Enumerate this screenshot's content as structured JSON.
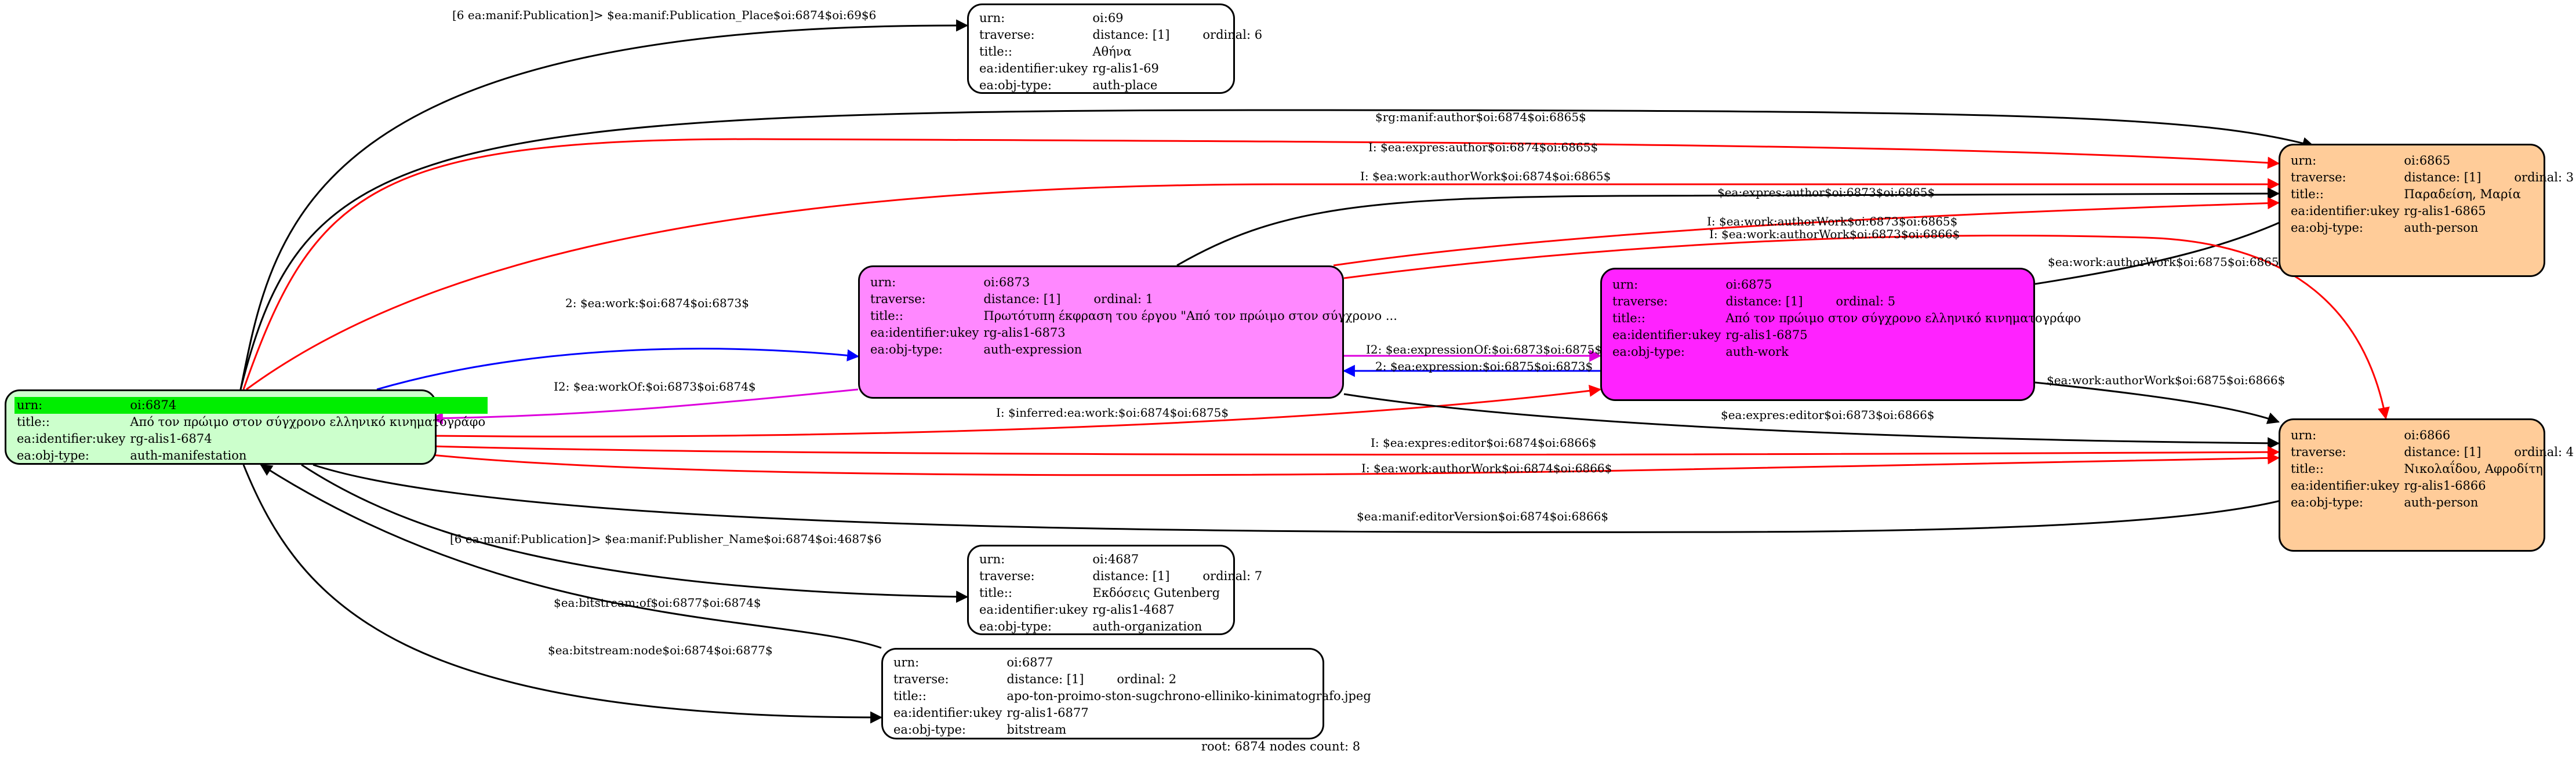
{
  "field_labels": {
    "urn": "urn:",
    "traverse": "traverse:",
    "title": "title::",
    "ukey": "ea:identifier:ukey",
    "type": "ea:obj-type:"
  },
  "nodes": {
    "n6874": {
      "urn": "oi:6874",
      "title": "Από τον πρώιμο στον σύγχρονο ελληνικό κινηματογράφο",
      "ukey": "rg-alis1-6874",
      "type": "auth-manifestation",
      "color": "#ccffcc"
    },
    "n6873": {
      "urn": "oi:6873",
      "distance": "distance: [1]",
      "ordinal": "ordinal: 1",
      "title": "Πρωτότυπη έκφραση του έργου \"Από τον πρώιμο στον σύγχρονο ...",
      "ukey": "rg-alis1-6873",
      "type": "auth-expression",
      "color": "#ff88ff"
    },
    "n6875": {
      "urn": "oi:6875",
      "distance": "distance: [1]",
      "ordinal": "ordinal: 5",
      "title": "Από τον πρώιμο στον σύγχρονο ελληνικό κινηματογράφο",
      "ukey": "rg-alis1-6875",
      "type": "auth-work",
      "color": "#ff22ff"
    },
    "n6865": {
      "urn": "oi:6865",
      "distance": "distance: [1]",
      "ordinal": "ordinal: 3",
      "title": "Παραδείση, Μαρία",
      "ukey": "rg-alis1-6865",
      "type": "auth-person",
      "color": "#ffcc99"
    },
    "n6866": {
      "urn": "oi:6866",
      "distance": "distance: [1]",
      "ordinal": "ordinal: 4",
      "title": "Νικολαΐδου, Αφροδίτη",
      "ukey": "rg-alis1-6866",
      "type": "auth-person",
      "color": "#ffcc99"
    },
    "n69": {
      "urn": "oi:69",
      "distance": "distance: [1]",
      "ordinal": "ordinal: 6",
      "title": "Αθήνα",
      "ukey": "rg-alis1-69",
      "type": "auth-place",
      "color": "#ffffff"
    },
    "n4687": {
      "urn": "oi:4687",
      "distance": "distance: [1]",
      "ordinal": "ordinal: 7",
      "title": "Εκδόσεις Gutenberg",
      "ukey": "rg-alis1-4687",
      "type": "auth-organization",
      "color": "#ffffff"
    },
    "n6877": {
      "urn": "oi:6877",
      "distance": "distance: [1]",
      "ordinal": "ordinal: 2",
      "title": "apo-ton-proimo-ston-sugchrono-elliniko-kinimatografo.jpeg",
      "ukey": "rg-alis1-6877",
      "type": "bitstream",
      "color": "#ffffff"
    }
  },
  "highlight_color": "#00ee00",
  "edge_colors": {
    "default": "#000000",
    "red": "#ff0000",
    "blue": "#0000ff",
    "magenta": "#dd00dd"
  },
  "edge_labels": {
    "e1": "[6 ea:manif:Publication]> $ea:manif:Publication_Place$oi:6874$oi:69$6",
    "e2": "$rg:manif:author$oi:6874$oi:6865$",
    "e3": "I: $ea:expres:author$oi:6874$oi:6865$",
    "e4": "I: $ea:work:authorWork$oi:6874$oi:6865$",
    "e5": "$ea:expres:author$oi:6873$oi:6865$",
    "e6": "I: $ea:work:authorWork$oi:6873$oi:6865$",
    "e7": "$ea:work:authorWork$oi:6875$oi:6865$",
    "e8": "I: $ea:work:authorWork$oi:6873$oi:6866$",
    "e9": "2: $ea:work:$oi:6874$oi:6873$",
    "e10": "I2: $ea:workOf:$oi:6873$oi:6874$",
    "e11": "I2: $ea:expressionOf:$oi:6873$oi:6875$",
    "e12": "2: $ea:expression:$oi:6875$oi:6873$",
    "e13": "$ea:work:authorWork$oi:6875$oi:6866$",
    "e14": "I: $inferred:ea:work:$oi:6874$oi:6875$",
    "e15": "$ea:expres:editor$oi:6873$oi:6866$",
    "e16": "I: $ea:expres:editor$oi:6874$oi:6866$",
    "e17": "I: $ea:work:authorWork$oi:6874$oi:6866$",
    "e18": "$ea:manif:editorVersion$oi:6874$oi:6866$",
    "e19": "[6 ea:manif:Publication]> $ea:manif:Publisher_Name$oi:6874$oi:4687$6",
    "e20": "$ea:bitstream:of$oi:6877$oi:6874$",
    "e21": "$ea:bitstream:node$oi:6874$oi:6877$"
  },
  "footer": "root: 6874 nodes count: 8"
}
